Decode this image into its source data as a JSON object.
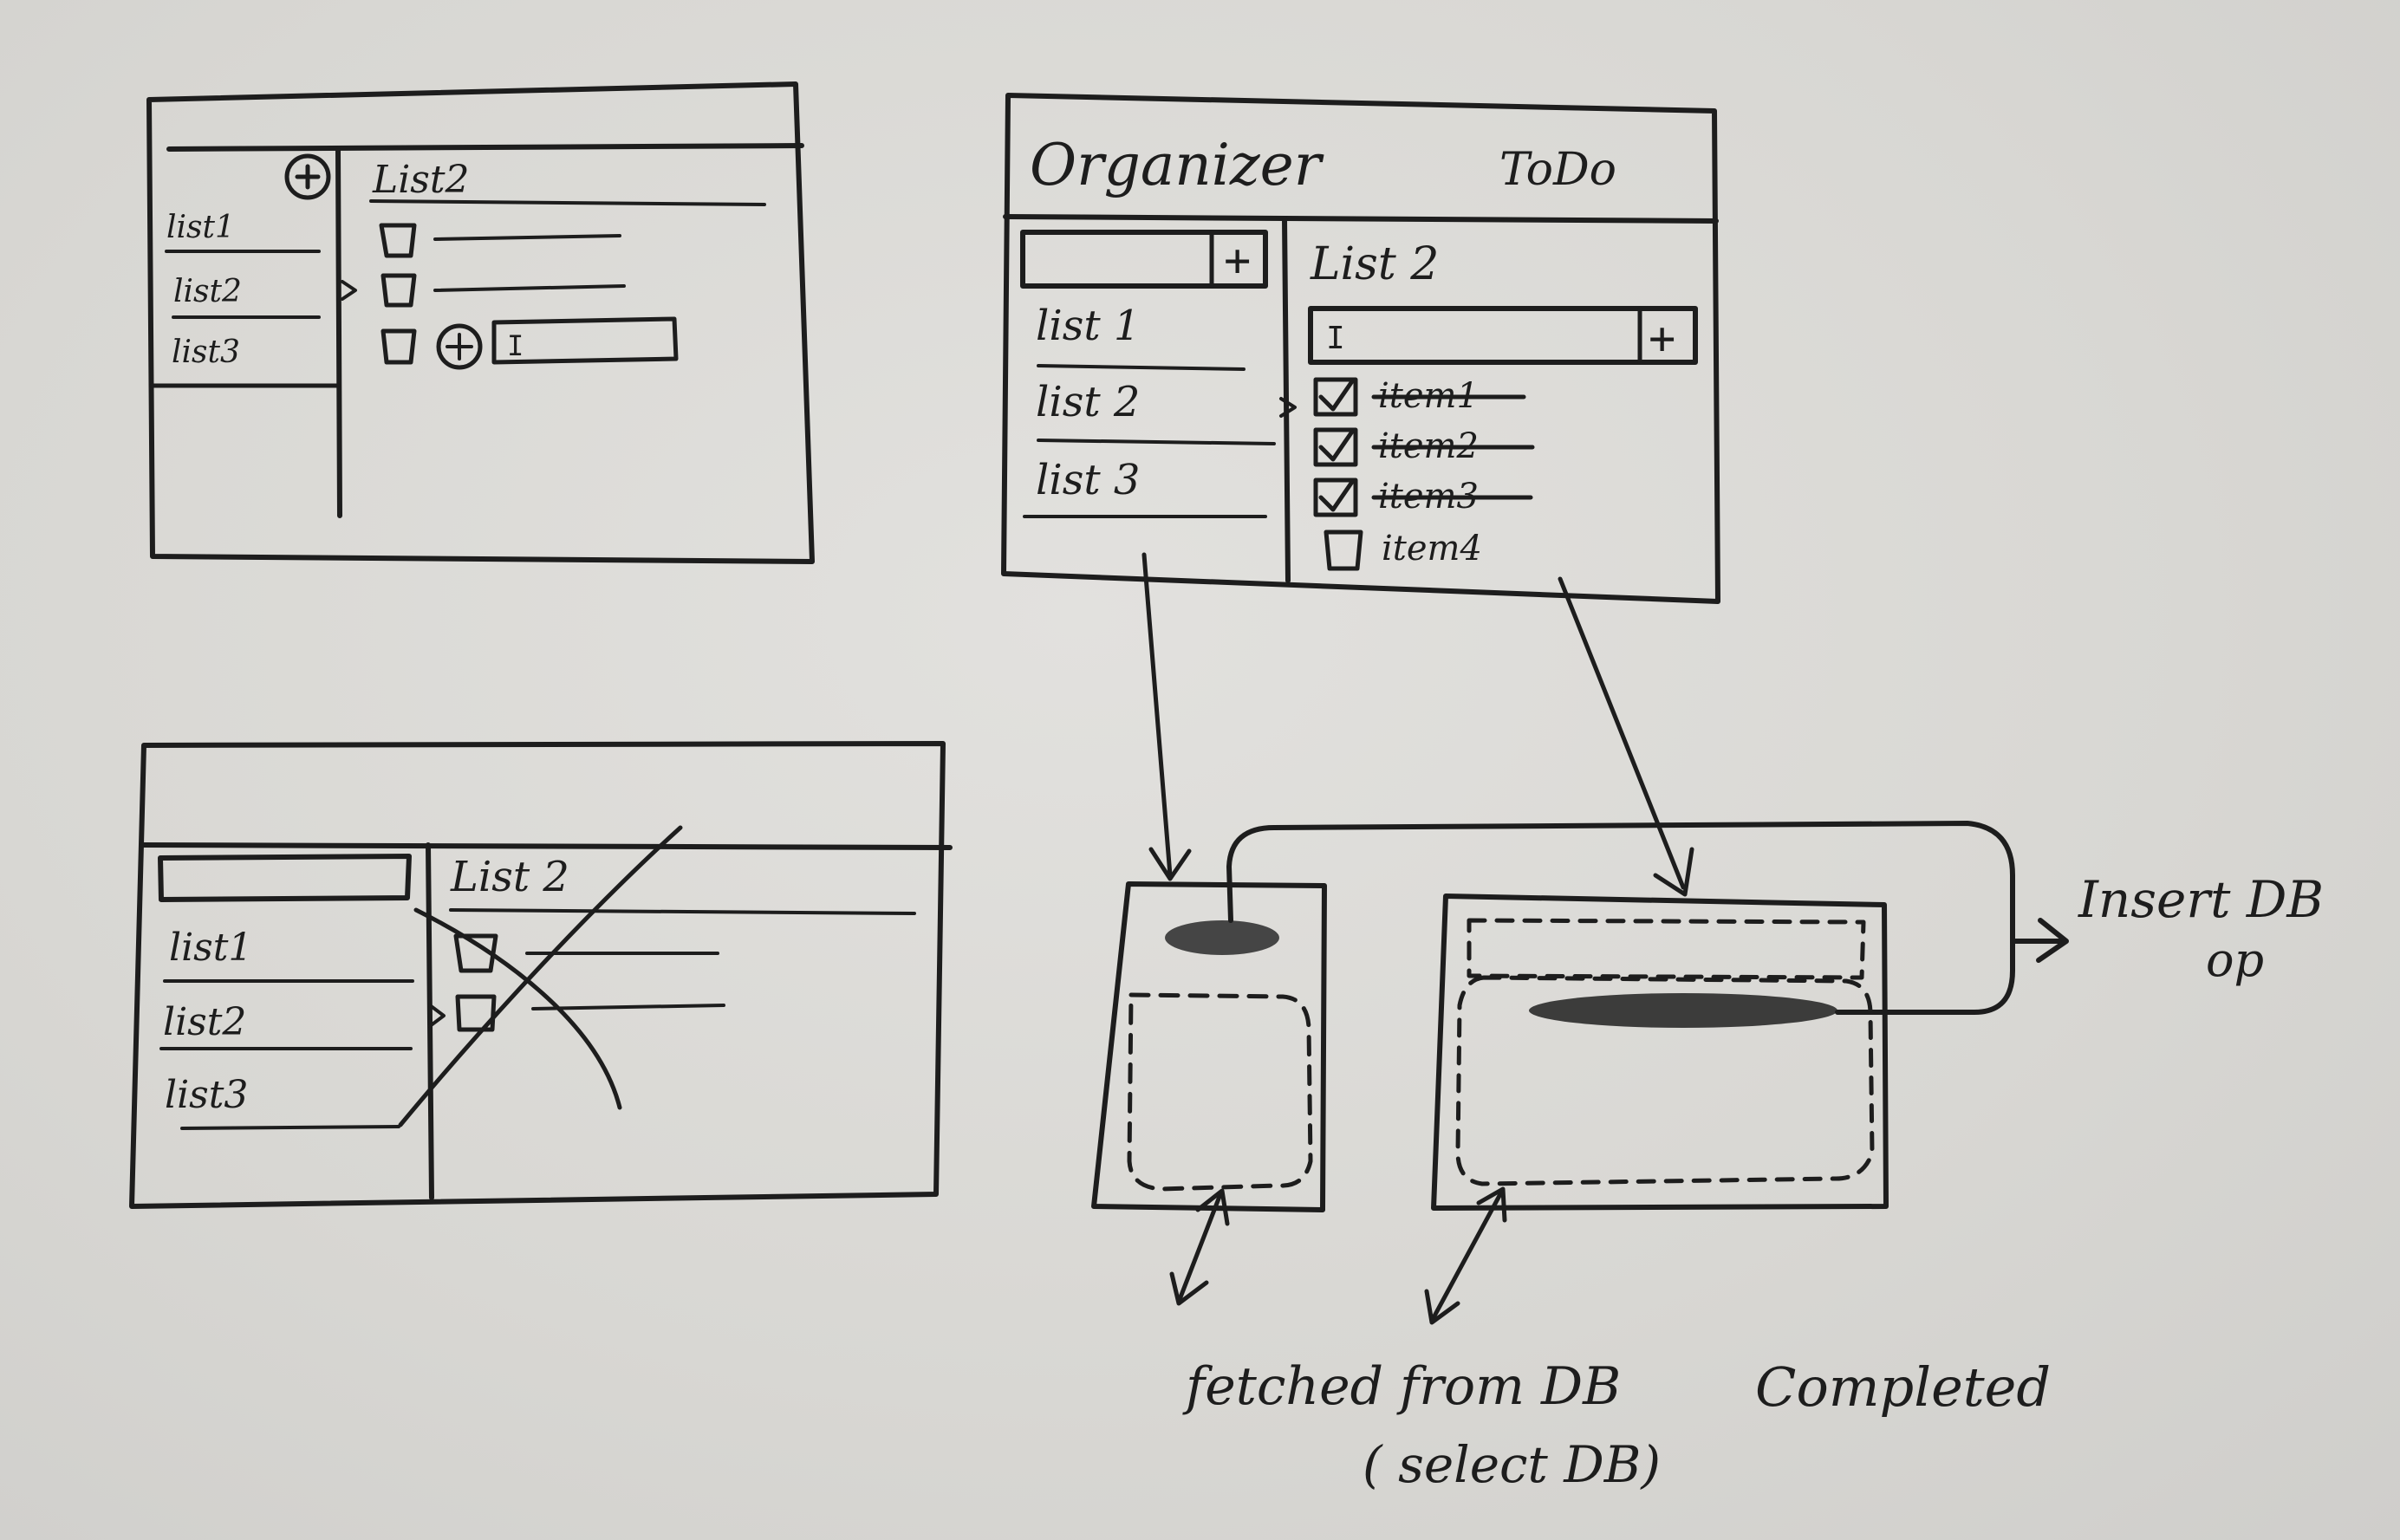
{
  "sketch_a": {
    "list_heading": "List2",
    "lists": [
      "list1",
      "list2",
      "list3"
    ],
    "new_item_text": "I"
  },
  "sketch_b": {
    "app_name": "Organizer",
    "page_title": "ToDo",
    "list_heading": "List 2",
    "new_item_text": "I",
    "lists": [
      "list 1",
      "list 2",
      "list 3"
    ],
    "items": [
      {
        "label": "item1",
        "checked": true
      },
      {
        "label": "item2",
        "checked": true
      },
      {
        "label": "item3",
        "checked": true
      },
      {
        "label": "item4",
        "checked": false
      }
    ],
    "add_symbol": "+"
  },
  "sketch_c": {
    "list_heading": "List 2",
    "lists": [
      "list1",
      "list2",
      "list3"
    ]
  },
  "annotations": {
    "insert_label": "Insert DB",
    "insert_sub": "op",
    "fetched_label": "fetched from DB",
    "fetched_sub": "( select DB)",
    "completed_label": "Completed"
  }
}
